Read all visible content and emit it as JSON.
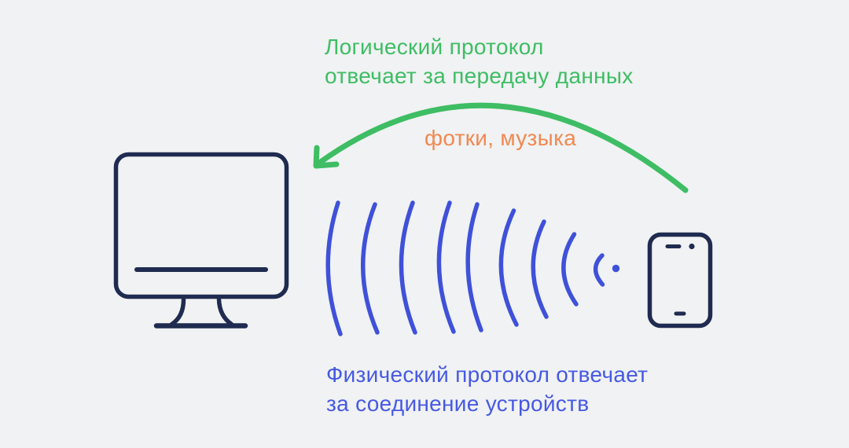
{
  "diagram": {
    "title": "Wireless data transfer between computer and smartphone (protocol layers)",
    "labels": {
      "logical_protocol": {
        "line1": "Логический протокол",
        "line2": "отвечает за передачу данных"
      },
      "payload": "фотки, музыка",
      "physical_protocol": {
        "line1": "Физический протокол отвечает",
        "line2": "за соединение устройств"
      }
    },
    "icons": {
      "computer": "desktop-computer-icon",
      "phone": "smartphone-icon",
      "signal": "wifi-waves-icon",
      "arrow": "transfer-arrow-icon"
    },
    "colors": {
      "background": "#F0F2F3",
      "device_outline_navy": "#1F2B50",
      "wave_blue": "#3F51D9",
      "text_blue": "#4759E3",
      "arrow_green": "#3EBD64",
      "payload_orange": "#F28850"
    }
  }
}
